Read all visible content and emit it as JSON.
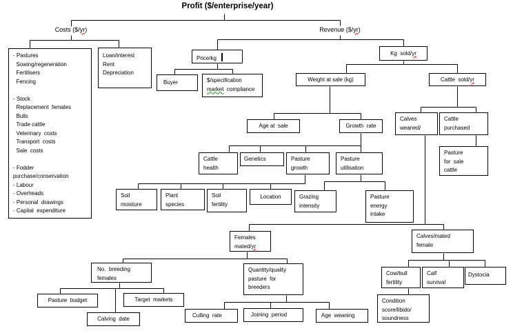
{
  "title": "Profit ($/enterprise/year)",
  "labels": {
    "costs": {
      "pre": "Costs ($/",
      "misspelled": "yr",
      "post": ")"
    },
    "revenue": {
      "pre": "Revenue ($/",
      "misspelled": "yr",
      "post": ")"
    }
  },
  "nodes": {
    "costs_list": "- Pastures\n  Sowing/regeneration\n  Fertilisers\n  Fencing\n\n- Stock\n  Replacement  females\n  Bulls\n  Trade cattle\n  Veterinary  costs\n  Transport  costs\n  Sale  costs\n\n- Fodder\npurchase/conservation\n- Labour\n- Overheads\n- Personal  drawings\n- Capital  expenditure",
    "loan": "Loan/interest\nRent\nDepreciation",
    "price_kg": "Price/kg",
    "buyer": "Buyer",
    "spec": {
      "line1": "$/specification\n",
      "flagged": "market",
      "rest": "  compliance"
    },
    "weight_sale": "Weight at sale (kg)",
    "kg_sold": {
      "pre": "Kg  sold/",
      "misspelled": "yr"
    },
    "cattle_sold": {
      "pre": "Cattle  sold/",
      "misspelled": "yr"
    },
    "age_sale": "Age at  sale",
    "growth_rate": "Growth  rate",
    "cattle_health": "Cattle\nhealth",
    "genetics": "Genetics",
    "pasture_growth": "Pasture\ngrowth",
    "pasture_utilisation": "Pasture\nutilisation",
    "soil_moisture": "Soil\nmoisture",
    "plant_species": "Plant\nspecies",
    "soil_fertility": "Soil\nfertility",
    "location": "Location",
    "grazing_intensity": "Grazing\nintensity",
    "pasture_energy_intake": "Pasture\nenergy\nintake",
    "calves_weaned": "Calves\nweaned/",
    "cattle_purchased": "Cattle\npurchased",
    "pasture_for_sale_cattle": "Pasture\nfor  sale\ncattle",
    "females_mated": {
      "pre": "Females\nmated/",
      "misspelled": "yr"
    },
    "calves_mated_female": "Calves/mated\nfemale",
    "no_breeding_females": "No.  breeding\nfemales",
    "qq_pasture_breeders": "Quantity/quality\npasture  for\nbreeders",
    "pasture_budget": "Pasture  budget",
    "target_markets": "Target  markets",
    "calving_date": "Calving  date",
    "culling_rate": "Culling  rate",
    "joining_period": "Joining  period",
    "age_weaning": "Age  weaning",
    "cow_bull_fertility": "Cow/bull\nfertility",
    "calf_survival": "Calf\nsurvival",
    "dystocia": "Dystocia",
    "condition": "Condition\nscore/libido/\nsoundness"
  },
  "colors": {
    "line": "#000000",
    "spellcheck_red": "#e00000",
    "grammar_green": "#00a000",
    "background": "#ffffff"
  }
}
